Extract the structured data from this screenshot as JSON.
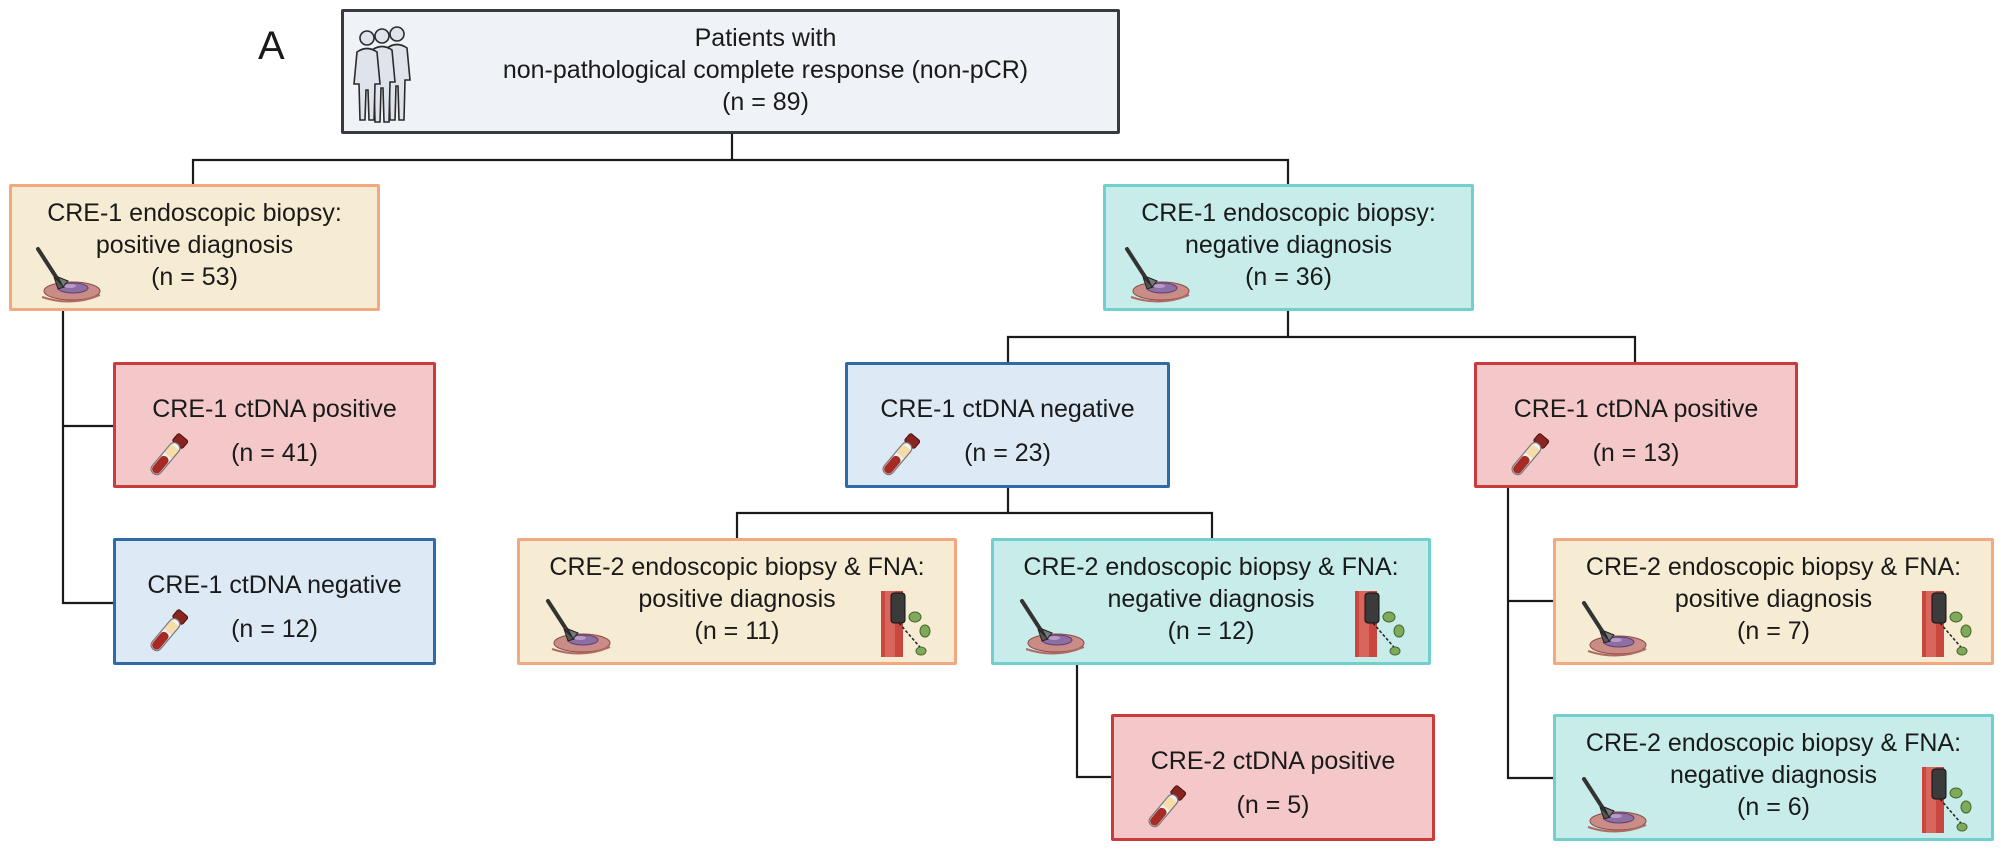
{
  "figure": {
    "panel_label": "A"
  },
  "nodes": {
    "root": {
      "lines": [
        "Patients with",
        "non-pathological complete response (non-pCR)",
        "(n = 89)"
      ],
      "icon": "people-icon"
    },
    "cre1_biopsy_pos": {
      "lines": [
        "CRE-1 endoscopic biopsy:",
        "positive diagnosis",
        "(n = 53)"
      ],
      "icon": "endoscopic-biopsy-icon"
    },
    "cre1_biopsy_neg": {
      "lines": [
        "CRE-1 endoscopic biopsy:",
        "negative diagnosis",
        "(n = 36)"
      ],
      "icon": "endoscopic-biopsy-icon"
    },
    "pos_ctdna_pos": {
      "lines": [
        "CRE-1 ctDNA positive",
        "(n = 41)"
      ],
      "icon": "blood-tube-icon"
    },
    "pos_ctdna_neg": {
      "lines": [
        "CRE-1 ctDNA negative",
        "(n = 12)"
      ],
      "icon": "blood-tube-icon"
    },
    "neg_ctdna_neg": {
      "lines": [
        "CRE-1 ctDNA negative",
        "(n = 23)"
      ],
      "icon": "blood-tube-icon"
    },
    "neg_ctdna_pos": {
      "lines": [
        "CRE-1 ctDNA positive",
        "(n = 13)"
      ],
      "icon": "blood-tube-icon"
    },
    "cre2_a_pos": {
      "lines": [
        "CRE-2 endoscopic biopsy & FNA:",
        "positive diagnosis",
        "(n = 11)"
      ],
      "icon": "endoscopic-biopsy-icon"
    },
    "cre2_a_neg": {
      "lines": [
        "CRE-2 endoscopic biopsy & FNA:",
        "negative diagnosis",
        "(n = 12)"
      ],
      "icon": "endoscopic-biopsy-icon"
    },
    "cre2_ctdna_pos": {
      "lines": [
        "CRE-2 ctDNA positive",
        "(n = 5)"
      ],
      "icon": "blood-tube-icon"
    },
    "cre2_b_pos": {
      "lines": [
        "CRE-2 endoscopic biopsy & FNA:",
        "positive diagnosis",
        "(n = 7)"
      ],
      "icon": "endoscopic-biopsy-icon"
    },
    "cre2_b_neg": {
      "lines": [
        "CRE-2 endoscopic biopsy & FNA:",
        "negative diagnosis",
        "(n = 6)"
      ],
      "icon": "endoscopic-biopsy-icon"
    }
  },
  "colors": {
    "root_fill": "#eff2f6",
    "biopsy_positive_fill": "#f6ebd3",
    "biopsy_negative_fill": "#c7ecea",
    "ctdna_positive_fill": "#f4c8c9",
    "ctdna_negative_fill": "#dde9f5",
    "connector": "#1a1a1a"
  }
}
